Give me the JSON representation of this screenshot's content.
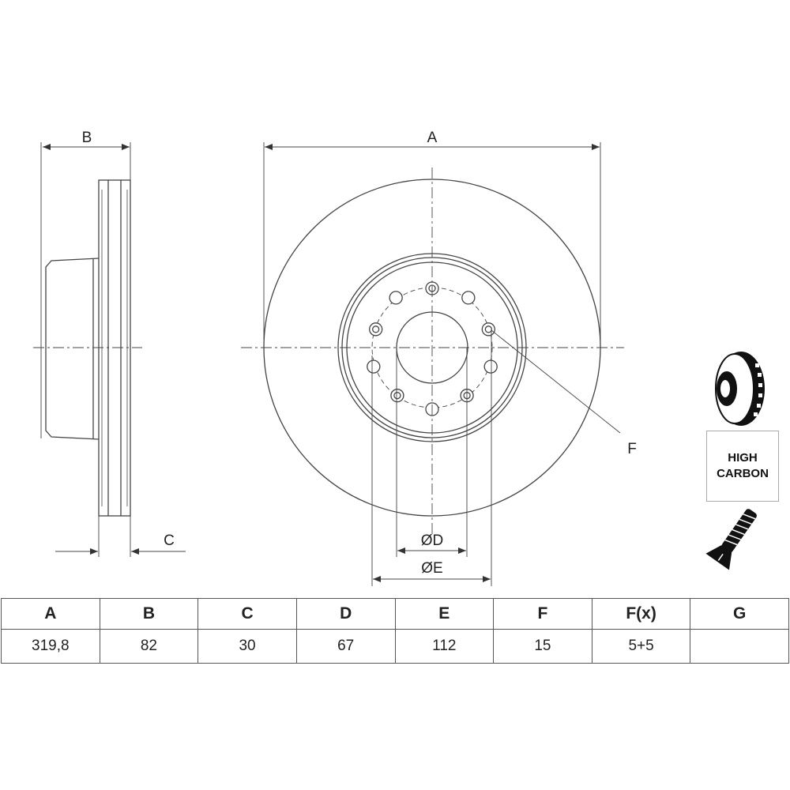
{
  "drawing": {
    "labels": {
      "A": "A",
      "B": "B",
      "C": "C",
      "D": "ØD",
      "E": "ØE",
      "F": "F"
    },
    "bolt_holes": 10
  },
  "badge": {
    "line1": "HIGH",
    "line2": "CARBON"
  },
  "icons": [
    "brake-disc-icon",
    "screw-icon"
  ],
  "table": {
    "headers": [
      "A",
      "B",
      "C",
      "D",
      "E",
      "F",
      "F(x)",
      "G"
    ],
    "values": [
      "319,8",
      "82",
      "30",
      "67",
      "112",
      "15",
      "5+5",
      ""
    ]
  }
}
